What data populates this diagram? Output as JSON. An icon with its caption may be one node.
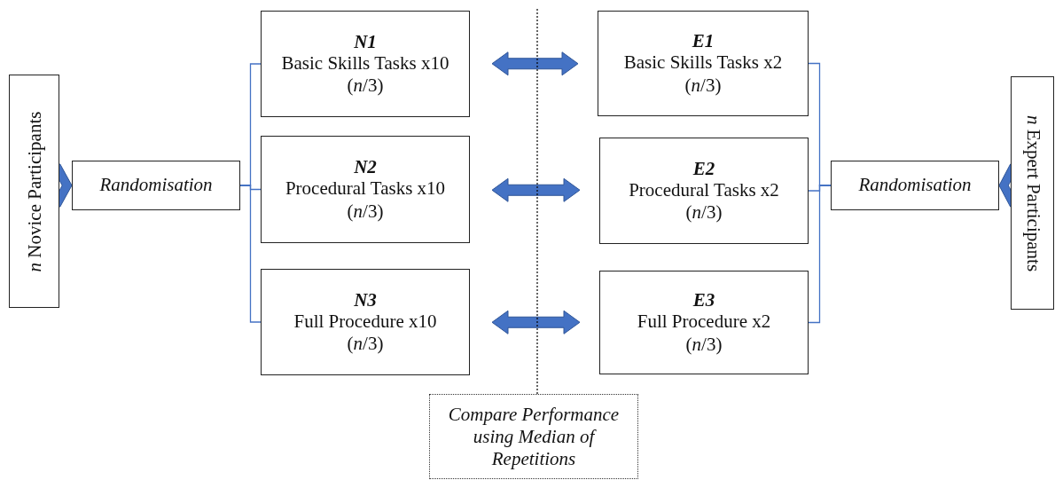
{
  "diagram": {
    "nodes": [
      {
        "text": [
          "*n* Novice Participants"
        ]
      },
      {
        "text": [
          "Randomisation"
        ]
      },
      {
        "text": [
          "N1",
          "Basic Skills Tasks x10",
          "(*n*/3)"
        ]
      },
      {
        "text": [
          "N2",
          "Procedural Tasks x10",
          "(*n*/3)"
        ]
      },
      {
        "text": [
          "N3",
          "Full Procedure x10",
          "(*n*/3)"
        ]
      },
      {
        "text": [
          "E1",
          "Basic Skills Tasks x2",
          "(*n*/3)"
        ]
      },
      {
        "text": [
          "E2",
          "Procedural Tasks x2",
          "(*n*/3)"
        ]
      },
      {
        "text": [
          "E3",
          "Full Procedure x2",
          "(*n*/3)"
        ]
      },
      {
        "text": [
          "Randomisation"
        ]
      },
      {
        "text": [
          "*n* Expert Participants"
        ]
      },
      {
        "text": [
          "Compare Performance using Median of Repetitions"
        ]
      }
    ],
    "edges": [
      {
        "from": 0,
        "to": 1,
        "arrow": "to",
        "style": "thick"
      },
      {
        "from": 1,
        "to": 2,
        "arrow": "none"
      },
      {
        "from": 1,
        "to": 3,
        "arrow": "none"
      },
      {
        "from": 1,
        "to": 4,
        "arrow": "none"
      },
      {
        "from": 2,
        "to": 5,
        "arrow": "both",
        "style": "thick"
      },
      {
        "from": 3,
        "to": 6,
        "arrow": "both",
        "style": "thick"
      },
      {
        "from": 4,
        "to": 7,
        "arrow": "both",
        "style": "thick"
      },
      {
        "from": 8,
        "to": 5,
        "arrow": "none"
      },
      {
        "from": 8,
        "to": 6,
        "arrow": "none"
      },
      {
        "from": 8,
        "to": 7,
        "arrow": "none"
      },
      {
        "from": 9,
        "to": 8,
        "arrow": "to",
        "style": "thick"
      },
      {
        "from": null,
        "to": 10,
        "arrow": "none",
        "style": "dashed",
        "color": "#000000"
      }
    ]
  }
}
